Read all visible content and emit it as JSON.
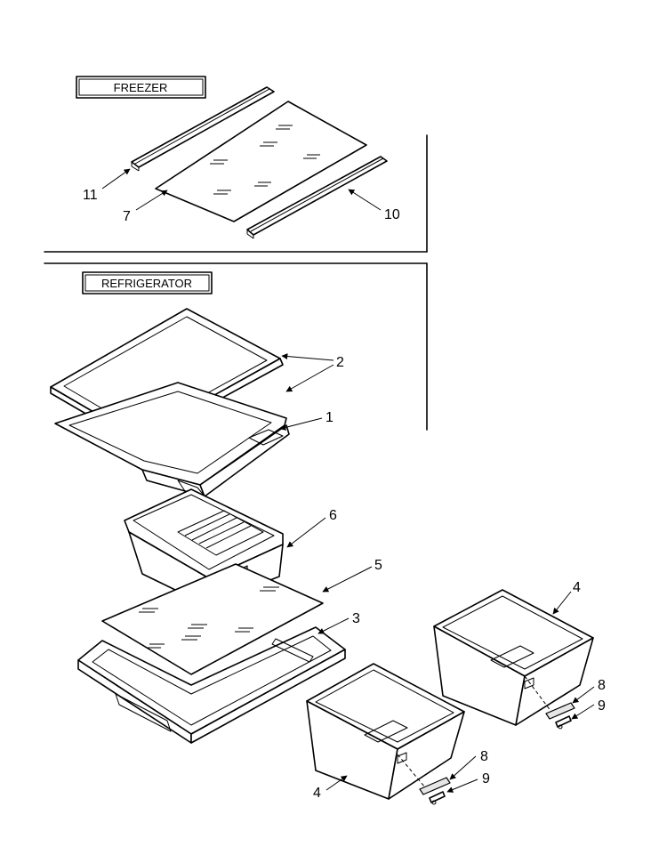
{
  "sections": {
    "freezer": "FREEZER",
    "refrigerator": "REFRIGERATOR"
  },
  "callouts": {
    "c11": "11",
    "c7": "7",
    "c10": "10",
    "c2": "2",
    "c1": "1",
    "c6": "6",
    "c5": "5",
    "c3": "3",
    "c4a": "4",
    "c8a": "8",
    "c9a": "9",
    "c8b": "8",
    "c9b": "9",
    "c4b": "4"
  }
}
